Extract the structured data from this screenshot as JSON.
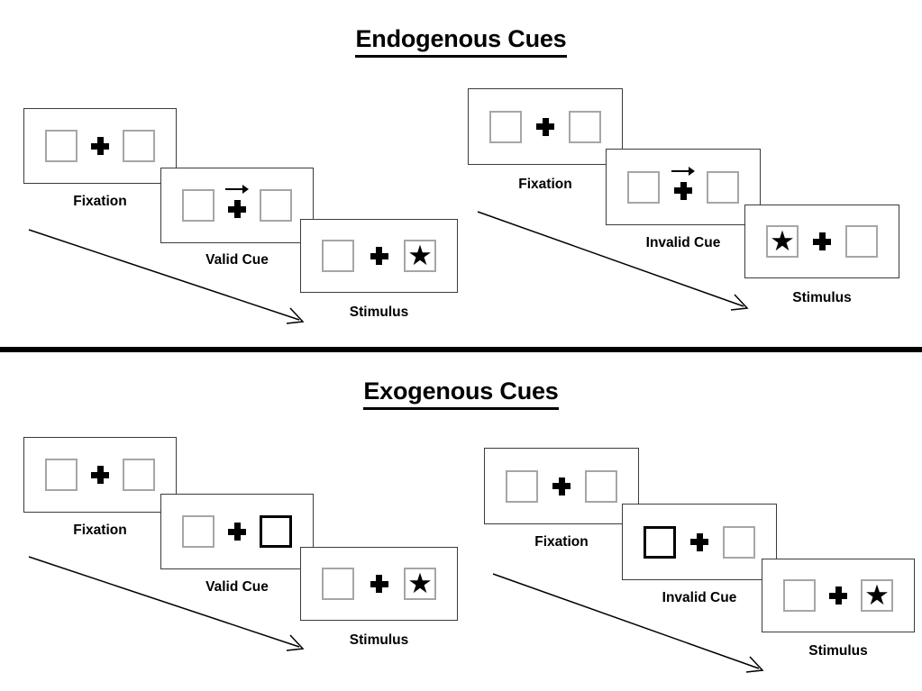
{
  "page": {
    "background_color": "#ffffff",
    "ink_color": "#000000",
    "panel_border_color": "#3b3b3b",
    "box_border_color": "#a6a6a6",
    "cue_box_highlight_color": "#000000"
  },
  "sections": [
    {
      "id": "endogenous",
      "title": "Endogenous Cues",
      "groups": [
        {
          "id": "endogenous-valid",
          "condition": "valid",
          "time_arrow_label": "time-progression-arrow",
          "panels": [
            {
              "id": "endogenous-valid-fixation",
              "label": "Fixation",
              "center_symbol": "plus",
              "cue": "none",
              "left_box": "empty",
              "right_box": "empty"
            },
            {
              "id": "endogenous-valid-cue",
              "label": "Valid Cue",
              "center_symbol": "plus",
              "cue": "arrow-right",
              "left_box": "empty",
              "right_box": "empty"
            },
            {
              "id": "endogenous-valid-stimulus",
              "label": "Stimulus",
              "center_symbol": "plus",
              "cue": "none",
              "left_box": "empty",
              "right_box": "star"
            }
          ]
        },
        {
          "id": "endogenous-invalid",
          "condition": "invalid",
          "time_arrow_label": "time-progression-arrow",
          "panels": [
            {
              "id": "endogenous-invalid-fixation",
              "label": "Fixation",
              "center_symbol": "plus",
              "cue": "none",
              "left_box": "empty",
              "right_box": "empty"
            },
            {
              "id": "endogenous-invalid-cue",
              "label": "Invalid Cue",
              "center_symbol": "plus",
              "cue": "arrow-right",
              "left_box": "empty",
              "right_box": "empty"
            },
            {
              "id": "endogenous-invalid-stimulus",
              "label": "Stimulus",
              "center_symbol": "plus",
              "cue": "none",
              "left_box": "star",
              "right_box": "empty"
            }
          ]
        }
      ]
    },
    {
      "id": "exogenous",
      "title": "Exogenous Cues",
      "groups": [
        {
          "id": "exogenous-valid",
          "condition": "valid",
          "time_arrow_label": "time-progression-arrow",
          "panels": [
            {
              "id": "exogenous-valid-fixation",
              "label": "Fixation",
              "center_symbol": "plus",
              "cue": "none",
              "left_box": "empty",
              "right_box": "empty"
            },
            {
              "id": "exogenous-valid-cue",
              "label": "Valid Cue",
              "center_symbol": "plus",
              "cue": "box-highlight-right",
              "left_box": "empty",
              "right_box": "highlighted"
            },
            {
              "id": "exogenous-valid-stimulus",
              "label": "Stimulus",
              "center_symbol": "plus",
              "cue": "none",
              "left_box": "empty",
              "right_box": "star"
            }
          ]
        },
        {
          "id": "exogenous-invalid",
          "condition": "invalid",
          "time_arrow_label": "time-progression-arrow",
          "panels": [
            {
              "id": "exogenous-invalid-fixation",
              "label": "Fixation",
              "center_symbol": "plus",
              "cue": "none",
              "left_box": "empty",
              "right_box": "empty"
            },
            {
              "id": "exogenous-invalid-cue",
              "label": "Invalid Cue",
              "center_symbol": "plus",
              "cue": "box-highlight-left",
              "left_box": "highlighted",
              "right_box": "empty"
            },
            {
              "id": "exogenous-invalid-stimulus",
              "label": "Stimulus",
              "center_symbol": "plus",
              "cue": "none",
              "left_box": "empty",
              "right_box": "star"
            }
          ]
        }
      ]
    }
  ],
  "glyphs": {
    "star": "★"
  }
}
